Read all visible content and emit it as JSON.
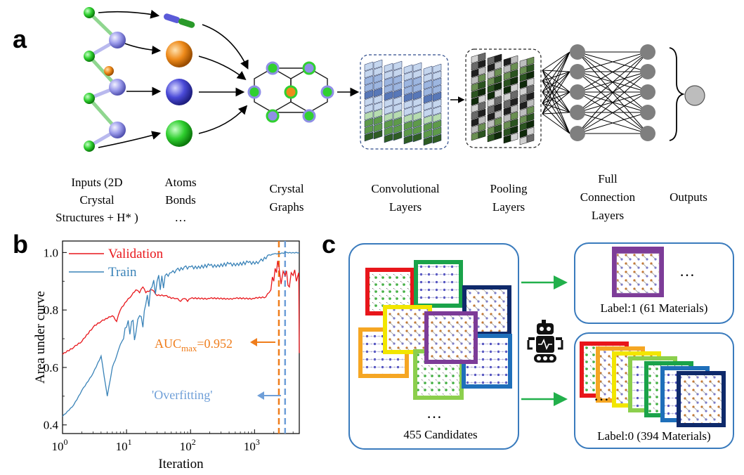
{
  "panels": {
    "a": {
      "letter": "a",
      "captions": {
        "inputs": [
          "Inputs  (2D",
          "Crystal",
          "Structures  + H* )"
        ],
        "atoms": [
          "Atoms",
          "Bonds",
          "…"
        ],
        "crystal_graphs": [
          "Crystal",
          "Graphs"
        ],
        "conv": [
          "Convolutional",
          "Layers"
        ],
        "pool": [
          "Pooling",
          "Layers"
        ],
        "full": [
          "Full",
          "Connection",
          "Layers"
        ],
        "outputs": [
          "Outputs"
        ]
      },
      "colors": {
        "ball_green": "#2fcf2f",
        "ball_purple": "#8f8fe6",
        "ball_orange": "#ee8a1a",
        "ball_blue": "#4a4ad8",
        "node_gray": "#7f7f7f"
      }
    },
    "b": {
      "letter": "b",
      "annotations": {
        "auc_prefix": "AUC",
        "auc_sub": "max",
        "auc_value": "=0.952",
        "overfitting": "'Overfitting'"
      },
      "colors": {
        "validation": "#e8161b",
        "train": "#3a83b8",
        "auc_arrow": "#ef7d1c",
        "overfit_arrow": "#6f9fd8"
      }
    },
    "c": {
      "letter": "c",
      "candidates_label": "455 Candidates",
      "candidates_ellipsis": "…",
      "label1": "Label:1  (61 Materials)",
      "label1_ellipsis": "…",
      "label0": "Label:0  (394 Materials)",
      "label0_ellipsis": "…",
      "frame_colors": [
        "#e8161b",
        "#1aa34a",
        "#0f2a6b",
        "#f5a623",
        "#f2e600",
        "#7d3c98",
        "#8ccf4d",
        "#1f6fba"
      ],
      "border_color": "#3a7bbd",
      "arrow_color": "#22b04b"
    }
  },
  "chart_data": {
    "type": "line",
    "xlabel": "Iteration",
    "ylabel": "Area under curve",
    "xscale": "log",
    "xlim": [
      1,
      5000
    ],
    "ylim": [
      0.37,
      1.04
    ],
    "xticks": [
      1,
      10,
      100,
      1000
    ],
    "xtick_labels": [
      [
        "10",
        "0"
      ],
      [
        "10",
        "1"
      ],
      [
        "10",
        "2"
      ],
      [
        "10",
        "3"
      ]
    ],
    "yticks": [
      0.4,
      0.6,
      0.8,
      1.0
    ],
    "ytick_labels": [
      "0.4",
      "0.6",
      "0.8",
      "1.0"
    ],
    "legend": "top-left",
    "vlines": [
      2400,
      3000
    ],
    "series": [
      {
        "name": "Validation",
        "points": [
          [
            1,
            0.645
          ],
          [
            1.5,
            0.67
          ],
          [
            2,
            0.69
          ],
          [
            3,
            0.74
          ],
          [
            4,
            0.76
          ],
          [
            5,
            0.77
          ],
          [
            6,
            0.78
          ],
          [
            7,
            0.76
          ],
          [
            8,
            0.8
          ],
          [
            10,
            0.83
          ],
          [
            12,
            0.85
          ],
          [
            14,
            0.87
          ],
          [
            16,
            0.86
          ],
          [
            18,
            0.88
          ],
          [
            20,
            0.86
          ],
          [
            25,
            0.87
          ],
          [
            30,
            0.85
          ],
          [
            40,
            0.85
          ],
          [
            50,
            0.84
          ],
          [
            60,
            0.84
          ],
          [
            70,
            0.83
          ],
          [
            80,
            0.84
          ],
          [
            90,
            0.83
          ],
          [
            100,
            0.84
          ],
          [
            200,
            0.84
          ],
          [
            500,
            0.84
          ],
          [
            1000,
            0.84
          ],
          [
            1500,
            0.845
          ],
          [
            1800,
            0.87
          ],
          [
            2000,
            0.9
          ],
          [
            2200,
            0.93
          ],
          [
            2400,
            0.952
          ],
          [
            2600,
            0.89
          ],
          [
            3000,
            0.92
          ],
          [
            3500,
            0.88
          ],
          [
            4000,
            0.92
          ],
          [
            4500,
            0.9
          ],
          [
            4900,
            0.93
          ],
          [
            5000,
            0.65
          ]
        ]
      },
      {
        "name": "Train",
        "points": [
          [
            1,
            0.43
          ],
          [
            1.5,
            0.47
          ],
          [
            2,
            0.52
          ],
          [
            3,
            0.58
          ],
          [
            4,
            0.64
          ],
          [
            5,
            0.5
          ],
          [
            6,
            0.6
          ],
          [
            7,
            0.64
          ],
          [
            8,
            0.68
          ],
          [
            9,
            0.7
          ],
          [
            10,
            0.74
          ],
          [
            12,
            0.76
          ],
          [
            14,
            0.72
          ],
          [
            16,
            0.78
          ],
          [
            18,
            0.74
          ],
          [
            20,
            0.82
          ],
          [
            25,
            0.88
          ],
          [
            30,
            0.9
          ],
          [
            40,
            0.92
          ],
          [
            50,
            0.93
          ],
          [
            60,
            0.94
          ],
          [
            80,
            0.95
          ],
          [
            100,
            0.95
          ],
          [
            200,
            0.955
          ],
          [
            400,
            0.96
          ],
          [
            800,
            0.965
          ],
          [
            1200,
            0.97
          ],
          [
            1600,
            0.99
          ],
          [
            2000,
            0.995
          ],
          [
            3000,
            1.0
          ],
          [
            5000,
            1.0
          ]
        ]
      }
    ]
  }
}
